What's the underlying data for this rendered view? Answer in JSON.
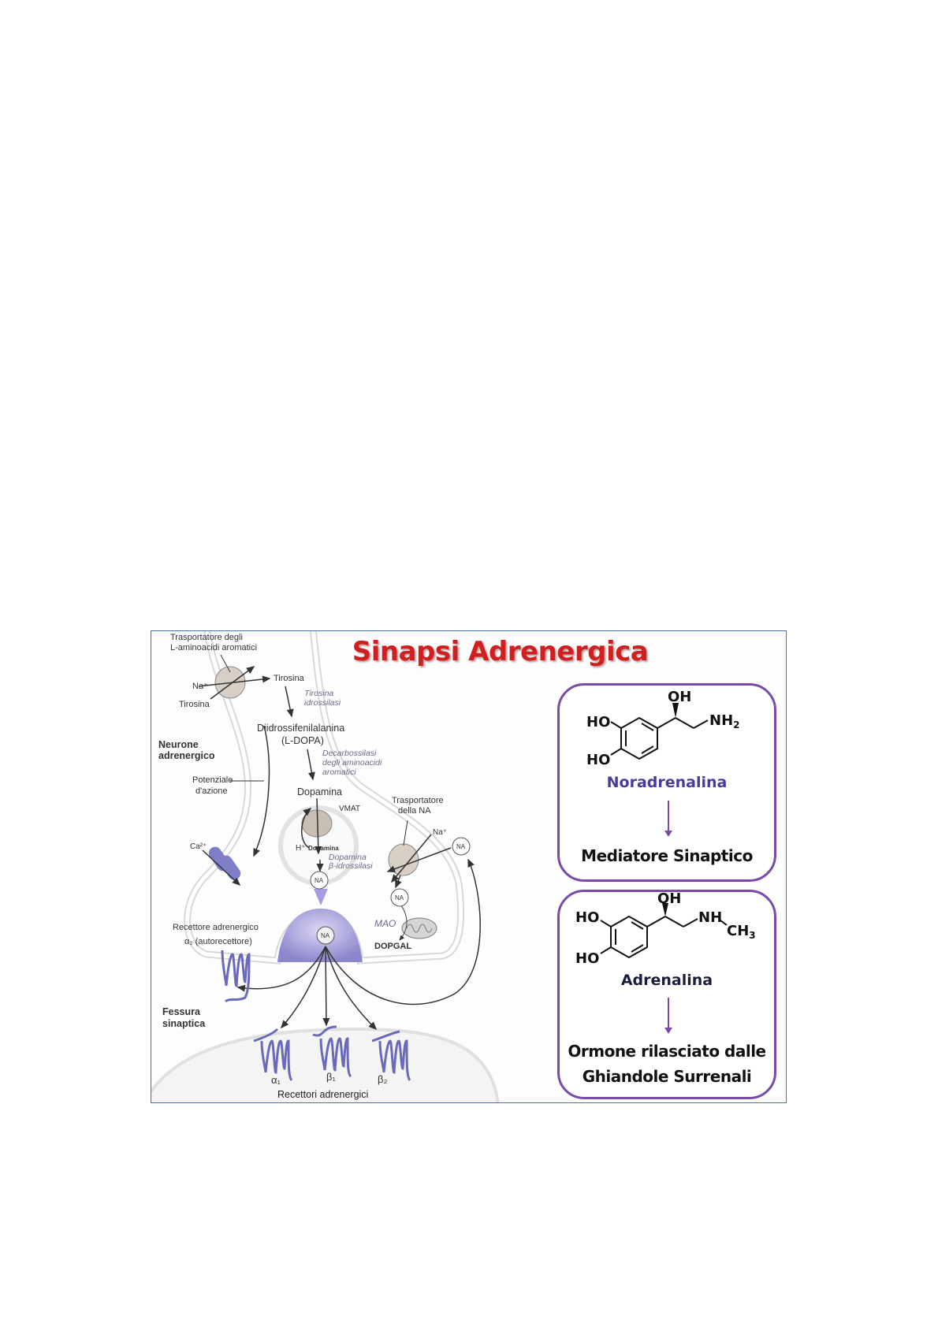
{
  "title": "Sinapsi Adrenergica",
  "diagram": {
    "labels": {
      "aa_transporter_1": "Trasportatore degli",
      "aa_transporter_2": "L-aminoacidi aromatici",
      "na_plus": "Na⁺",
      "tyrosine_out": "Tirosina",
      "tyrosine_in": "Tirosina",
      "tyr_hydroxylase_1": "Tirosina",
      "tyr_hydroxylase_2": "idrossilasi",
      "ldopa_1": "Diidrossifenilalanina",
      "ldopa_2": "(L-DOPA)",
      "neuron_1": "Neurone",
      "neuron_2": "adrenergico",
      "decarb_1": "Decarbossilasi",
      "decarb_2": "degli aminoacidi",
      "decarb_3": "aromatici",
      "action_potential_1": "Potenziale",
      "action_potential_2": "d'azione",
      "dopamine": "Dopamina",
      "vmat": "VMAT",
      "na_transporter_1": "Trasportatore",
      "na_transporter_2": "della NA",
      "na_plus_2": "Na⁺",
      "ca": "Ca²⁺",
      "h_plus": "H⁺",
      "dopamine_small": "Dopamina",
      "dbh_1": "Dopamina",
      "dbh_2": "β-idrossilasi",
      "na": "NA",
      "mao": "MAO",
      "dopgal": "DOPGAL",
      "alpha2_1": "Recettore adrenergico",
      "alpha2_2": "α₂ (autorecettore)",
      "cleft_1": "Fessura",
      "cleft_2": "sinaptica",
      "alpha1": "α₁",
      "beta1": "β₁",
      "beta2": "β₂",
      "receptors": "Recettori adrenergici"
    }
  },
  "noradrenaline": {
    "oh": "OH",
    "ho1": "HO",
    "ho2": "HO",
    "nh2": "NH",
    "nh2_sub": "2",
    "name": "Noradrenalina",
    "role": "Mediatore Sinaptico",
    "name_color": "#4b3a9a"
  },
  "adrenaline": {
    "oh": "OH",
    "ho1": "HO",
    "ho2": "HO",
    "nh": "NH",
    "ch3": "CH",
    "ch3_sub": "3",
    "name": "Adrenalina",
    "role_1": "Ormone rilasciato dalle",
    "role_2": "Ghiandole Surrenali",
    "name_color": "#1c1c3c"
  }
}
